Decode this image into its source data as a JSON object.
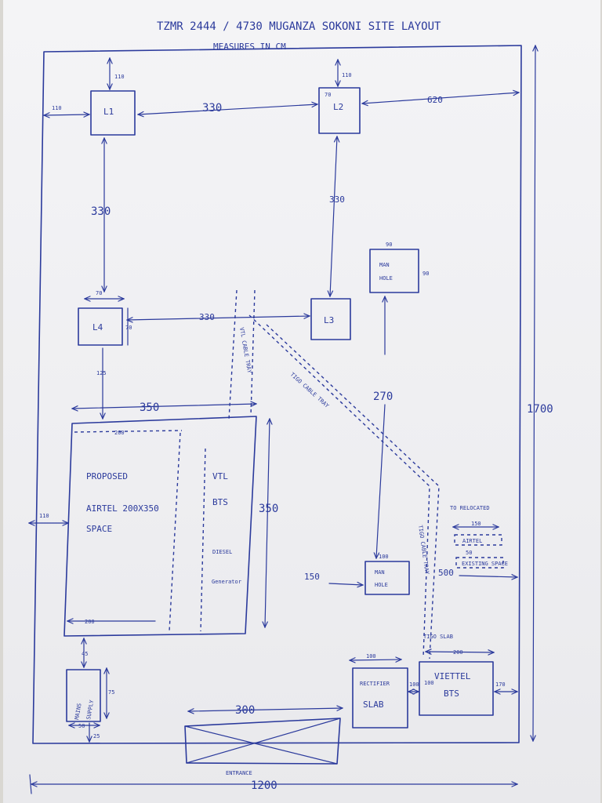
{
  "title": "TZMR 2444 / 4730 MUGANZA SOKONI SITE LAYOUT",
  "subtitle": "MEASURES IN CM",
  "overall": {
    "width": "1200",
    "height": "1700"
  },
  "legs": {
    "l1": "L1",
    "l2": "L2",
    "l3": "L3",
    "l4": "L4",
    "l1_top": "110",
    "l1_left": "110",
    "l2_top": "110",
    "l2_small": "70",
    "l1_l2": "330",
    "l2_right": "620",
    "l1_l4": "330",
    "l2_l3": "330",
    "l4_l3": "330",
    "l4_size_w": "70",
    "l4_size_h": "70",
    "l4_down": "125"
  },
  "manhole_top": {
    "line1": "MAN",
    "line2": "HOLE",
    "w": "90",
    "h": "90",
    "down": "270"
  },
  "airtel": {
    "width_top": "350",
    "inner_width": "200",
    "left_gap": "110",
    "height": "350",
    "bottom_width": "200",
    "label1": "PROPOSED",
    "label2": "AIRTEL 200X350",
    "label3": "SPACE",
    "vtl": "VTL",
    "bts": "BTS",
    "diesel": "DIESEL",
    "generator": "Generator"
  },
  "cable_trays": {
    "vtl_tray": "VTL CABLE TRAY",
    "tigo_tray": "TIGO CABLE TRAY",
    "tigo_tray2": "TIGO CABLE TRAY"
  },
  "manhole_mid": {
    "line1": "MAN",
    "line2": "HOLE",
    "top": "100",
    "left": "150",
    "right": "500"
  },
  "relocate": {
    "note": "TO RELOCATED",
    "d150": "150",
    "airtel": "AIRTEL",
    "d50": "50",
    "existing": "EXISTING SPACE"
  },
  "mains": {
    "label1": "MAINS",
    "label2": "SUPPLY",
    "top": "45",
    "height": "75",
    "width": "50",
    "bottom": "25"
  },
  "rectifier": {
    "label1": "RECTIFIER",
    "label2": "SLAB",
    "width": "100",
    "height": "100"
  },
  "vietel": {
    "label1": "VIETTEL",
    "label2": "BTS",
    "top_label": "TIGO SLAB",
    "width": "200",
    "right": "170",
    "side": "100"
  },
  "entrance": {
    "label": "ENTRANCE",
    "width": "300"
  }
}
